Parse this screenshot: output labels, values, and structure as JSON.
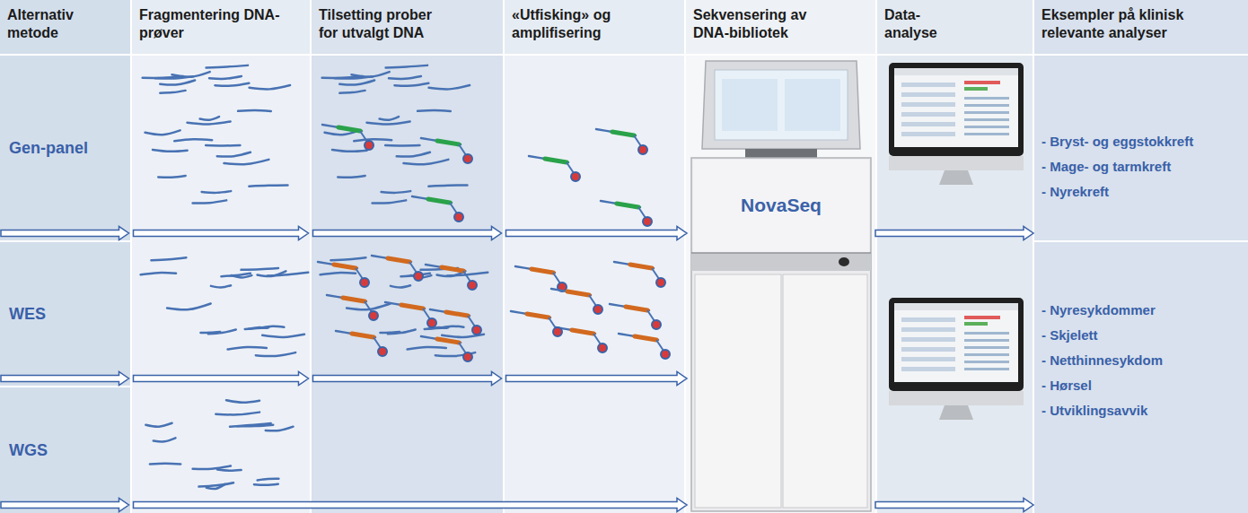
{
  "diagram": {
    "nodes": [
      {
        "text": [
          "Alternativ metode"
        ]
      },
      {
        "text": [
          "Fragmentering DNA-prøver"
        ]
      },
      {
        "text": [
          "Tilsetting prober for utvalgt DNA"
        ]
      },
      {
        "text": [
          "«Utfisking» og amplifisering"
        ]
      },
      {
        "text": [
          "Sekvensering av DNA-bibliotek"
        ]
      },
      {
        "text": [
          "Data-analyse"
        ]
      },
      {
        "text": [
          "Eksempler på klinisk relevante analyser"
        ]
      },
      {
        "text": [
          "Gen-panel"
        ]
      },
      {
        "text": [
          "WES"
        ]
      },
      {
        "text": [
          "WGS"
        ]
      },
      {
        "text": [
          "NovaSeq"
        ]
      },
      {
        "text": [
          "- Bryst- og eggstokkreft",
          "- Mage- og tarmkreft",
          "- Nyrekreft"
        ]
      },
      {
        "text": [
          "- Nyresykdommer",
          "- Skjelett",
          "- Netthinnesykdom",
          "- Hørsel",
          "- Utviklingsavvik"
        ]
      }
    ],
    "edges": [
      {
        "from": 7,
        "to": 10,
        "arrow": "to"
      },
      {
        "from": 8,
        "to": 10,
        "arrow": "to"
      },
      {
        "from": 9,
        "to": 10,
        "arrow": "to"
      },
      {
        "from": 10,
        "to": 11,
        "arrow": "to"
      },
      {
        "from": 10,
        "to": 12,
        "arrow": "to"
      }
    ]
  }
}
